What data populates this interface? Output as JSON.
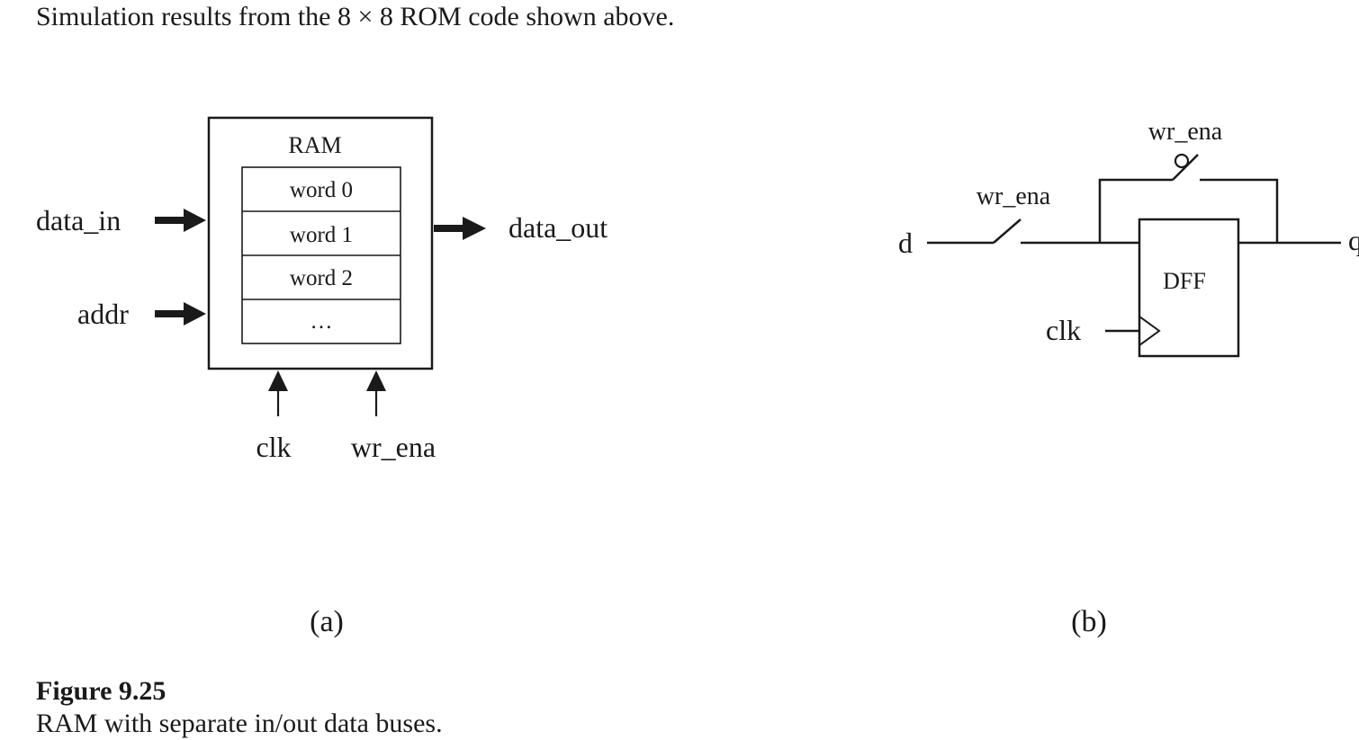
{
  "intro_text": "Simulation results from the 8 × 8 ROM code shown above.",
  "diagram_a": {
    "block_label": "RAM",
    "words": [
      "word 0",
      "word 1",
      "word 2",
      "…"
    ],
    "inputs": [
      "data_in",
      "addr"
    ],
    "output": "data_out",
    "controls": [
      "clk",
      "wr_ena"
    ],
    "panel_label": "(a)"
  },
  "diagram_b": {
    "input_label": "d",
    "switch_label": "wr_ena",
    "feedback_switch_label": "wr_ena",
    "block_label": "DFF",
    "clock_label": "clk",
    "output_label": "q",
    "panel_label": "(b)"
  },
  "caption": {
    "number": "Figure 9.25",
    "text": "RAM with separate in/out data buses."
  }
}
